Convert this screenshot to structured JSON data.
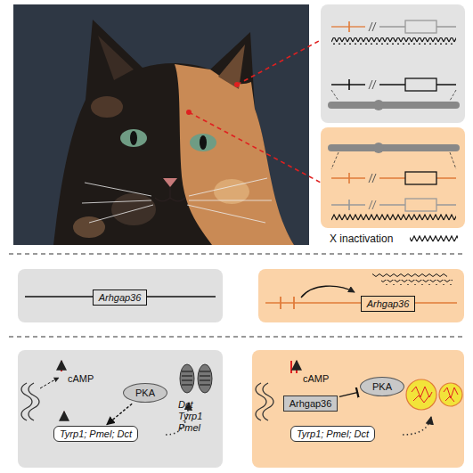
{
  "diagram": {
    "nodes": [
      {
        "text": [
          "Arhgap36"
        ]
      },
      {
        "text": [
          "Arhgap36"
        ]
      },
      {
        "text": [
          "PKA"
        ]
      },
      {
        "text": [
          "Tyrp1; Pmel; Dct"
        ]
      },
      {
        "text": [
          "PKA"
        ]
      },
      {
        "text": [
          "Arhgap36"
        ]
      },
      {
        "text": [
          "Tyrp1; Pmel; Dct"
        ]
      }
    ],
    "edges": [
      {
        "from": 2,
        "to": 3,
        "arrow": "to"
      },
      {
        "from": 5,
        "to": 4,
        "arrow": "to"
      }
    ],
    "labels": [
      "cAMP",
      "cAMP",
      "Dct",
      "Tyrp1",
      "Pmel"
    ],
    "legend": [
      {
        "text": "X inactivation"
      }
    ]
  }
}
